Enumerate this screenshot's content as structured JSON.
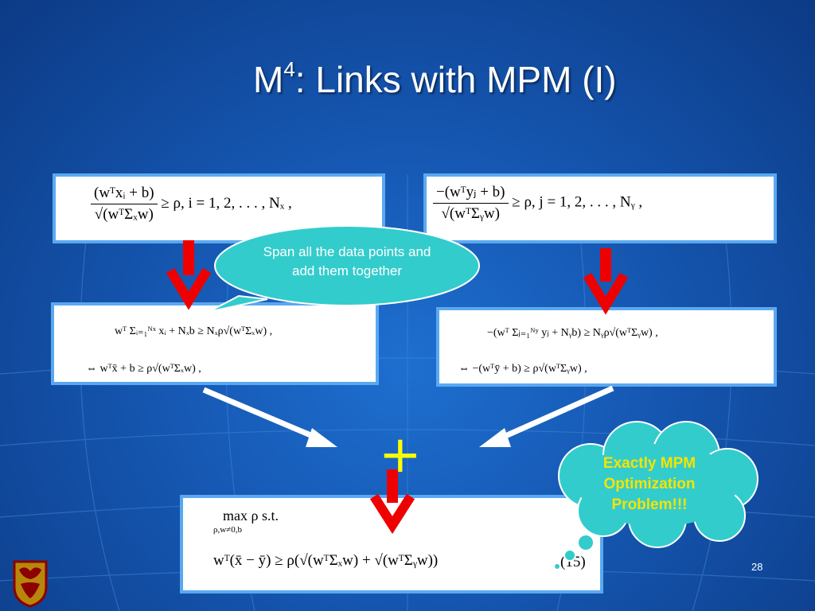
{
  "slide": {
    "title_main": "M",
    "title_sup": "4",
    "title_rest": ": Links with MPM (I)",
    "slide_number": "28"
  },
  "equations": {
    "x_constraint": {
      "numerator": "(wᵀxᵢ + b)",
      "denominator": "√(wᵀΣₓw)",
      "rhs": "≥ ρ,    i = 1, 2, . . . , Nₓ ,"
    },
    "y_constraint": {
      "numerator": "−(wᵀyⱼ + b)",
      "denominator": "√(wᵀΣᵧw)",
      "rhs": "≥ ρ,    j = 1, 2, . . . , Nᵧ ,"
    },
    "x_sum_line1": "wᵀ Σᵢ₌₁ᴺˣ xᵢ + Nₓb ≥ Nₓρ√(wᵀΣₓw) ,",
    "x_sum_line2": "⇔   wᵀx̄ + b ≥ ρ√(wᵀΣₓw) ,",
    "y_sum_line1": "−(wᵀ Σⱼ₌₁ᴺʸ yⱼ + Nᵧb) ≥ Nᵧρ√(wᵀΣᵧw) ,",
    "y_sum_line2": "⇔   −(wᵀȳ + b) ≥ ρ√(wᵀΣᵧw) ,",
    "optimization_line1": "max        ρ    s.t.",
    "optimization_sub": "ρ,w≠0,b",
    "optimization_line2": "wᵀ(x̄ − ȳ) ≥ ρ(√(wᵀΣₓw) + √(wᵀΣᵧw))",
    "equation_number": "(15)"
  },
  "callouts": {
    "span_bubble": "Span all the data points and add them together",
    "mpm_cloud": "Exactly MPM Optimization Problem!!!"
  },
  "symbols": {
    "plus": "+"
  },
  "colors": {
    "background": "#1556b0",
    "box_border": "#5aa9f0",
    "arrow_red": "#ee0000",
    "bubble_fill": "#33cccc",
    "cloud_text": "#f5e400",
    "plus": "#ffff00"
  }
}
